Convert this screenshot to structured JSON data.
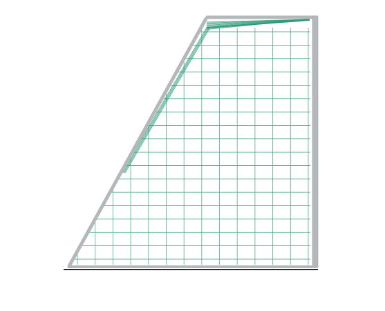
{
  "colors": {
    "background": "#ffffff",
    "frame": "#b4b8bb",
    "frame_edge": "#9ea3a6",
    "mesh": "#4aa98a",
    "mesh_dense": "#2f9a76",
    "ground": "#2b2b2b"
  },
  "diagram": {
    "shape": "trapezoid-frame-with-mesh",
    "mesh_columns": 13,
    "mesh_rows": 17,
    "top_mesh_fan_lines": 8
  }
}
